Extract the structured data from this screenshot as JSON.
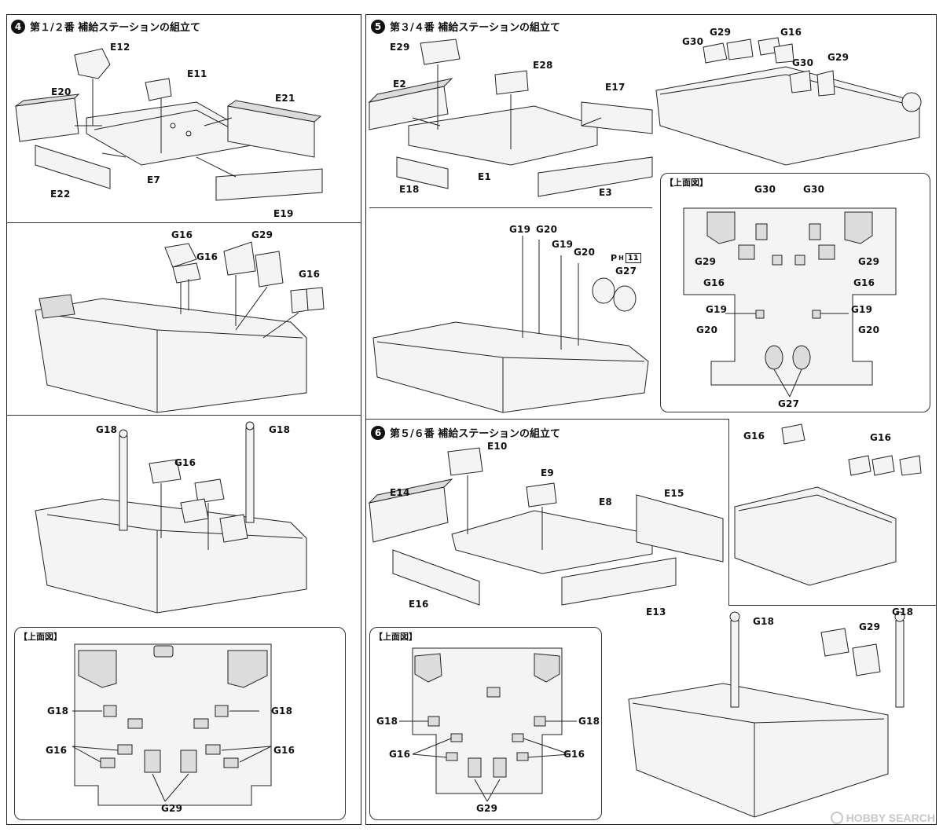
{
  "step4": {
    "num": "4",
    "title": "第１/２番  補給ステーションの組立て"
  },
  "step5": {
    "num": "5",
    "title": "第３/４番  補給ステーションの組立て"
  },
  "step6": {
    "num": "6",
    "title": "第５/６番  補給ステーションの組立て"
  },
  "top_view_label": "【上面図】",
  "ph_marker": {
    "letter": "P",
    "sub": "H",
    "box": "11"
  },
  "labels": {
    "E12": "E12",
    "E11": "E11",
    "E20": "E20",
    "E21": "E21",
    "E22": "E22",
    "E7": "E7",
    "E19": "E19",
    "E29": "E29",
    "E28": "E28",
    "E2": "E2",
    "E17": "E17",
    "E18": "E18",
    "E1": "E1",
    "E3": "E3",
    "E10": "E10",
    "E9": "E9",
    "E14": "E14",
    "E8": "E8",
    "E15": "E15",
    "E16": "E16",
    "E13": "E13",
    "G16": "G16",
    "G18": "G18",
    "G19": "G19",
    "G20": "G20",
    "G27": "G27",
    "G29": "G29",
    "G30": "G30"
  },
  "watermark": "HOBBY SEARCH"
}
